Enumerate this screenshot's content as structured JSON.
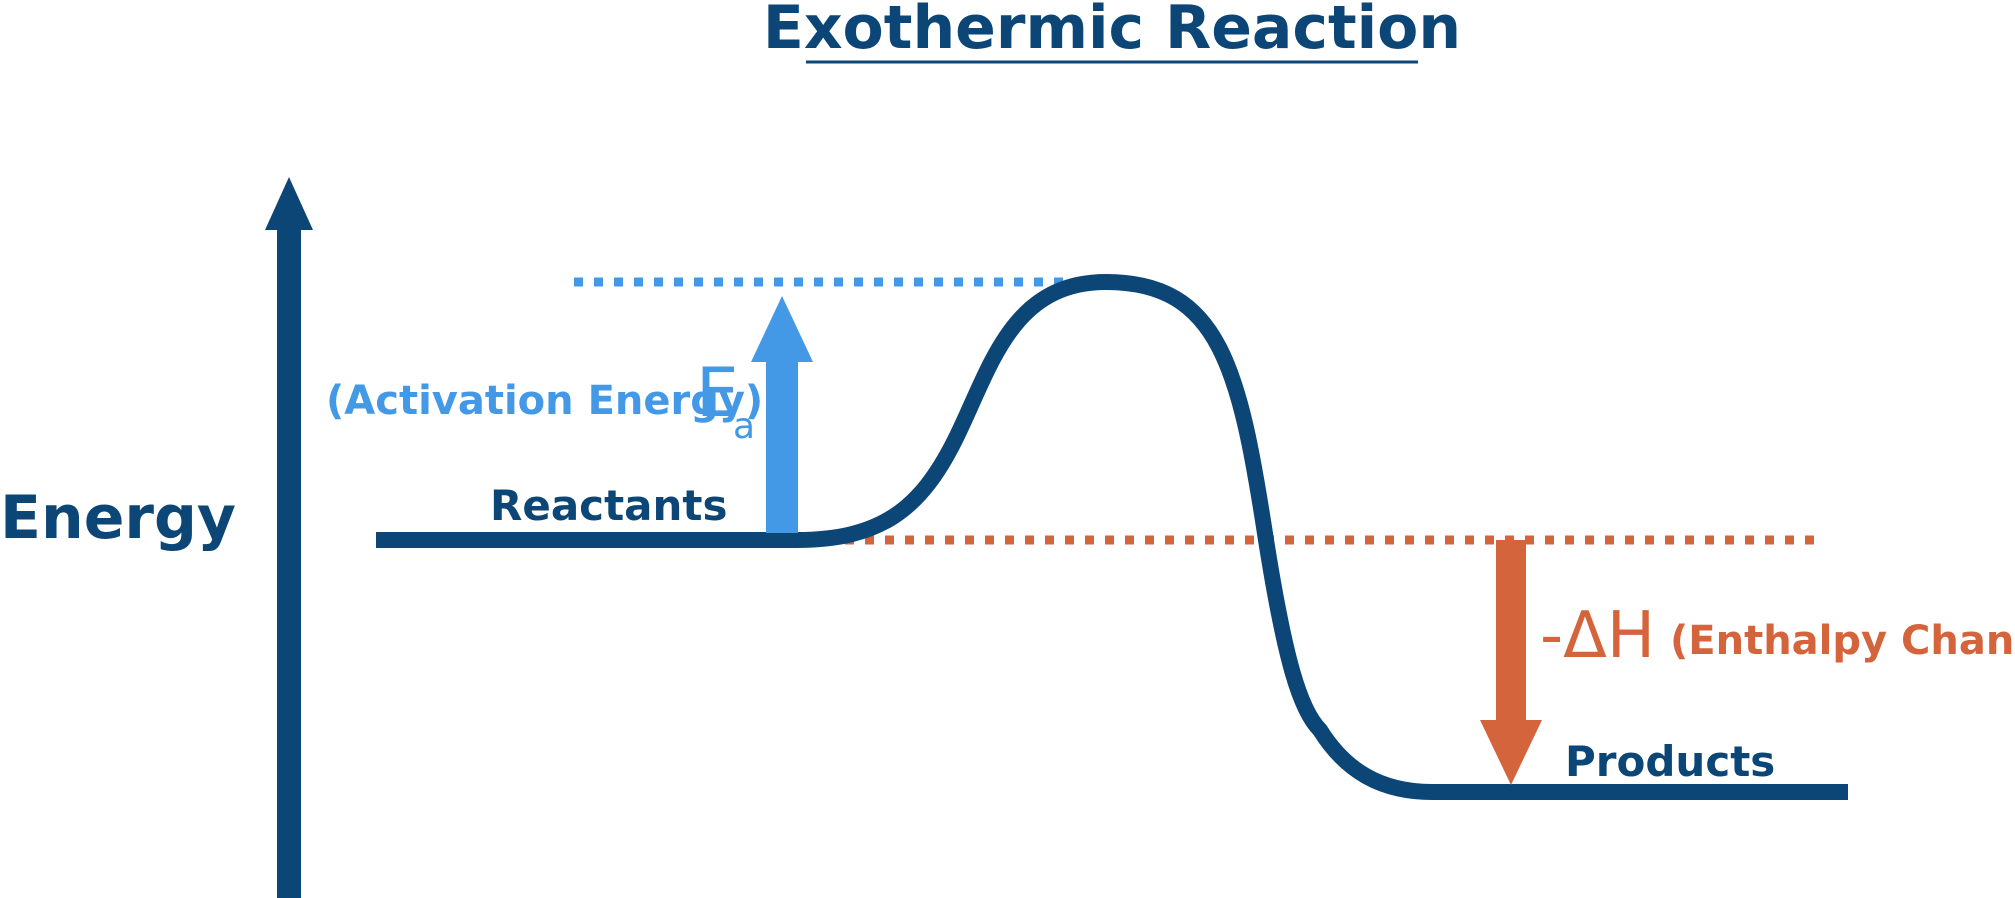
{
  "title": "Exothermic Reaction",
  "axis_label": "Energy",
  "reactants_label": "Reactants",
  "products_label": "Products",
  "activation": {
    "description": "(Activation Energy)",
    "symbol": "E",
    "subscript": "a"
  },
  "enthalpy": {
    "symbol": "-ΔH",
    "description": "(Enthalpy Change)"
  },
  "colors": {
    "navy": "#0c4677",
    "blue": "#4399e6",
    "orange": "#d4643b"
  }
}
